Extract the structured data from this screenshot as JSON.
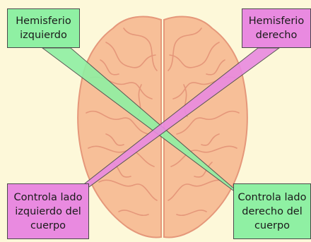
{
  "colors": {
    "background": "#fdf8d9",
    "brain": "#f7bf98",
    "brain_folds": "#e5977a",
    "green": "#8ff0a3",
    "pink": "#e98ae0"
  },
  "labels": {
    "left_hemisphere": {
      "line1": "Hemisferio",
      "line2": "izquierdo"
    },
    "right_hemisphere": {
      "line1": "Hemisferio",
      "line2": "derecho"
    },
    "controls_left": {
      "line1": "Controla lado",
      "line2": "izquierdo del",
      "line3": "cuerpo"
    },
    "controls_right": {
      "line1": "Controla lado",
      "line2": "derecho del",
      "line3": "cuerpo"
    }
  }
}
